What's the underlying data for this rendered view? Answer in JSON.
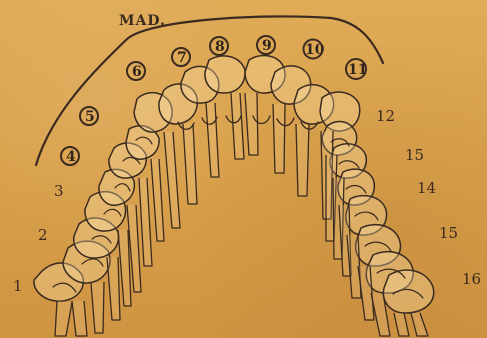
{
  "figure": {
    "stamp": "MAD.",
    "left_labels": [
      "1",
      "2",
      "3"
    ],
    "right_labels": [
      "12",
      "15",
      "14",
      "15",
      "16"
    ],
    "circled_labels": [
      "4",
      "5",
      "6",
      "7",
      "8",
      "9",
      "10",
      "11"
    ]
  }
}
